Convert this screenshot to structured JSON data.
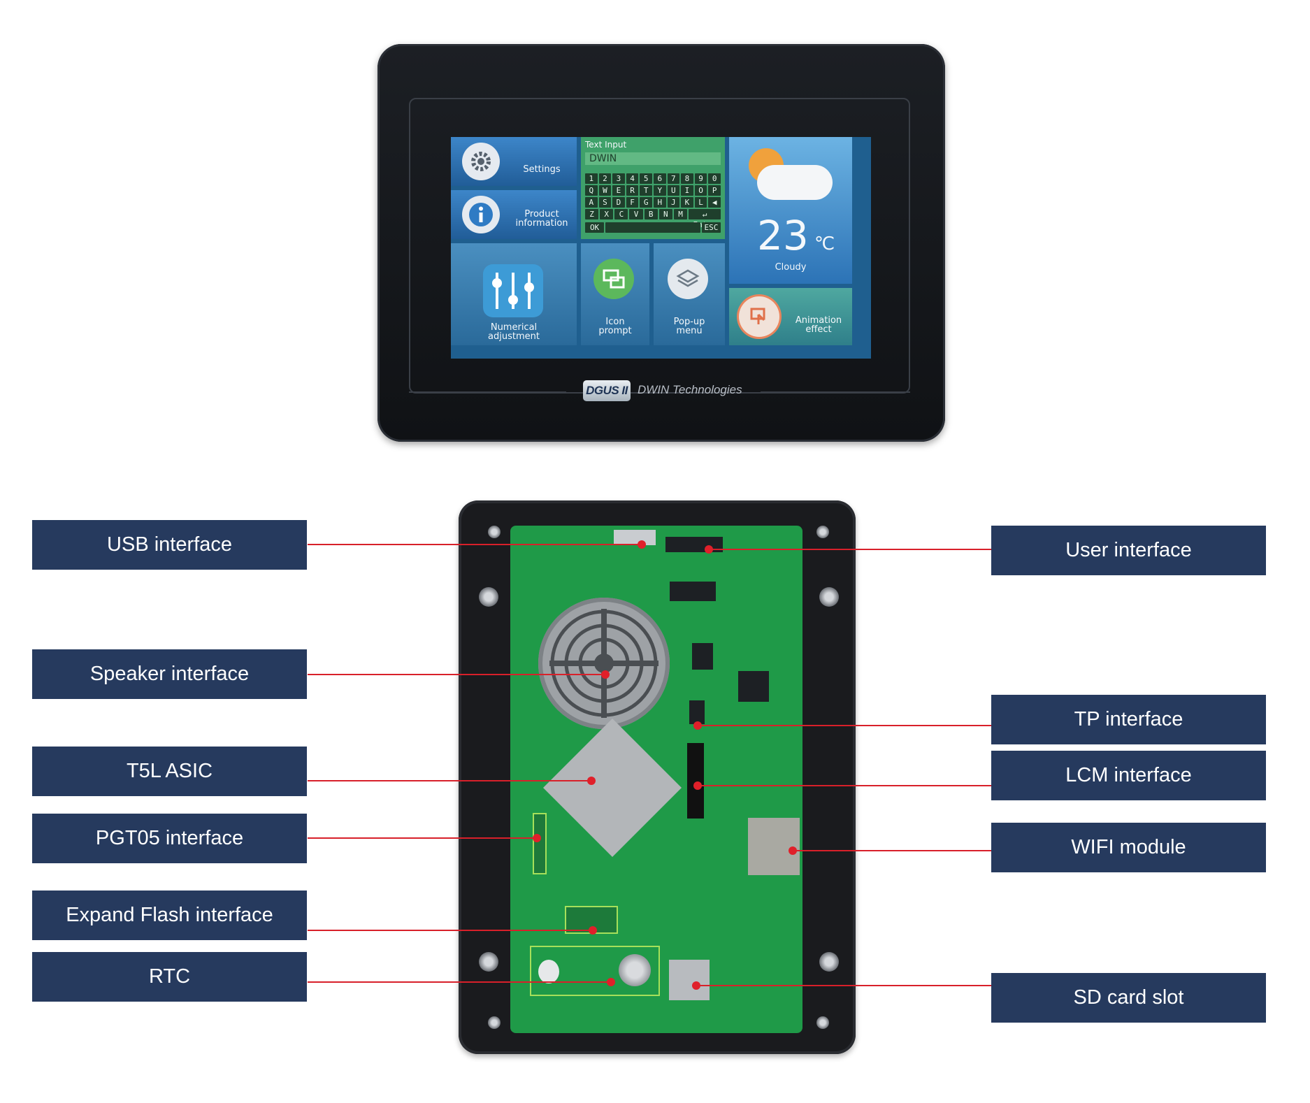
{
  "screen": {
    "tiles": {
      "settings": "Settings",
      "product_info": "Product\ninformation",
      "text_input_title": "Text Input",
      "text_input_value": "DWIN",
      "weather_temp": "23",
      "weather_unit": "℃",
      "weather_desc": "Cloudy",
      "numerical": "Numerical\nadjustment",
      "icon_prompt": "Icon\nprompt",
      "popup": "Pop-up\nmenu",
      "animation": "Animation\neffect"
    },
    "keyboard": {
      "row1": [
        "1",
        "2",
        "3",
        "4",
        "5",
        "6",
        "7",
        "8",
        "9",
        "0"
      ],
      "row2": [
        "Q",
        "W",
        "E",
        "R",
        "T",
        "Y",
        "U",
        "I",
        "O",
        "P"
      ],
      "row3": [
        "A",
        "S",
        "D",
        "F",
        "G",
        "H",
        "J",
        "K",
        "L",
        "◀"
      ],
      "row4": [
        "Z",
        "X",
        "C",
        "V",
        "B",
        "N",
        "M",
        "↵ Enter"
      ],
      "row5_left": "OK",
      "row5_right": "ESC"
    }
  },
  "front_branding": {
    "badge": "DGUS II",
    "company": "DWIN Technologies"
  },
  "callouts": {
    "left": [
      "USB interface",
      "Speaker interface",
      "T5L ASIC",
      "PGT05 interface",
      "Expand Flash interface",
      "RTC"
    ],
    "right": [
      "User interface",
      "TP interface",
      "LCM interface",
      "WIFI module",
      "SD card slot"
    ]
  },
  "colors": {
    "label_bg": "#263a5e",
    "leader_line": "#d8202a",
    "pcb": "#1f9a48"
  }
}
